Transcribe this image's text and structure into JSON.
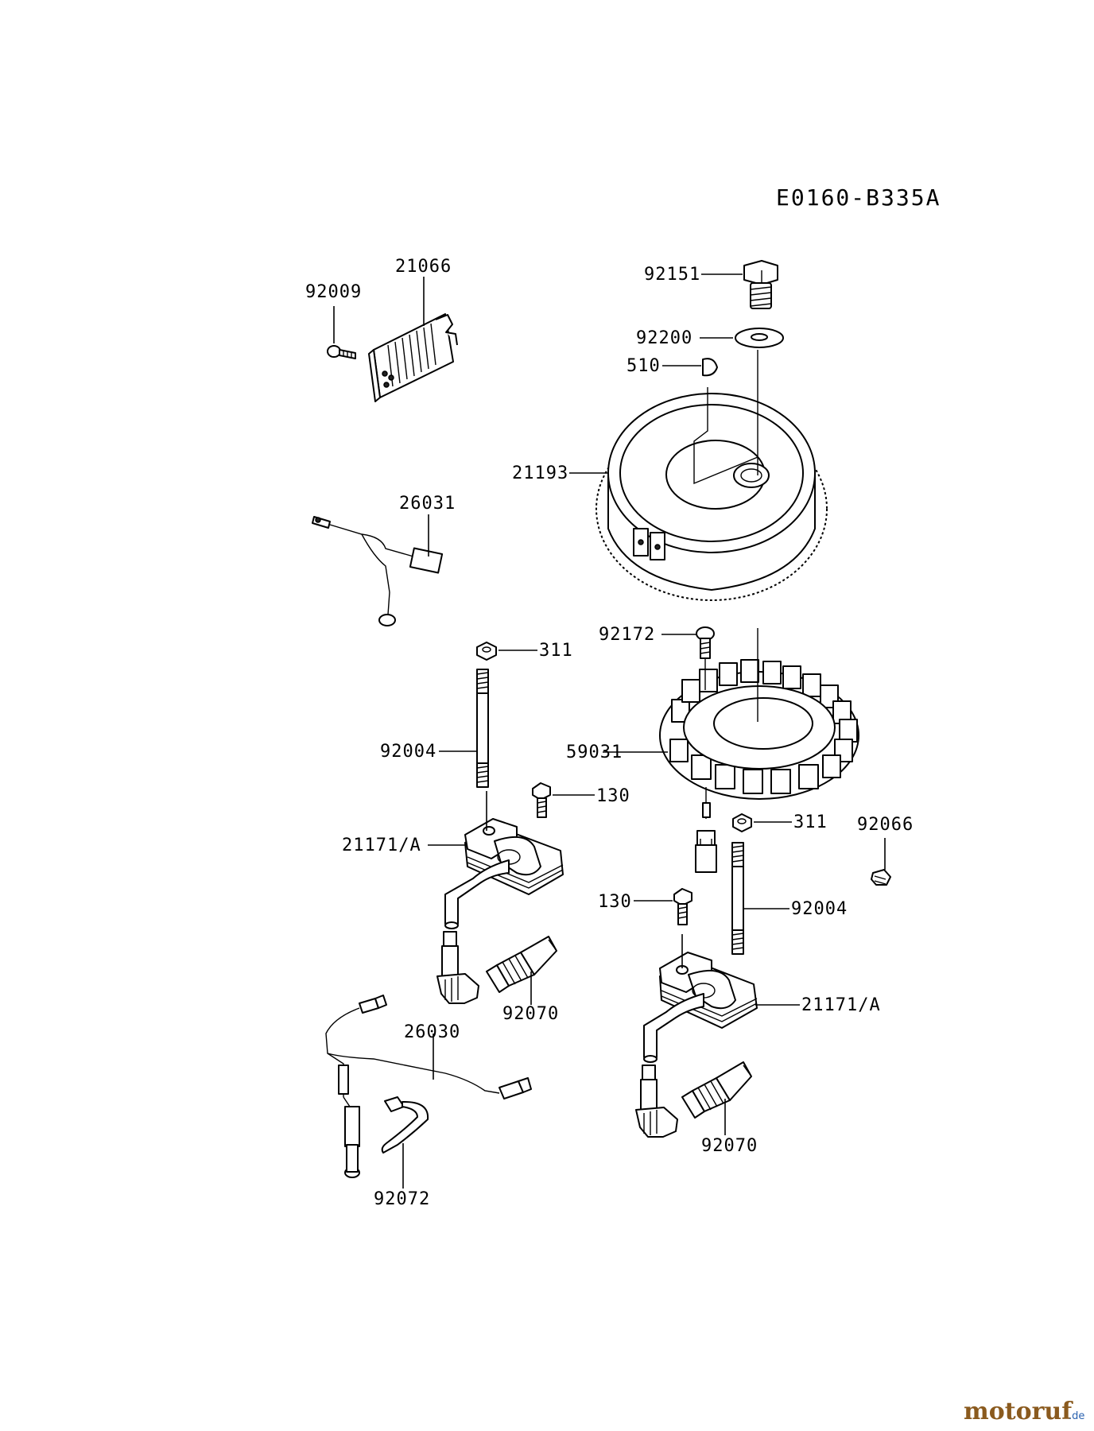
{
  "ref_code": "E0160-B335A",
  "labels": {
    "l21066": "21066",
    "l92009": "92009",
    "l92151": "92151",
    "l92200": "92200",
    "l510": "510",
    "l21193": "21193",
    "l26031": "26031",
    "l92172": "92172",
    "l311a": "311",
    "l59031": "59031",
    "l92004a": "92004",
    "l130a": "130",
    "l21171a": "21171/A",
    "l311b": "311",
    "l92066": "92066",
    "l130b": "130",
    "l92004b": "92004",
    "l21171b": "21171/A",
    "l92070a": "92070",
    "l26030": "26030",
    "l92070b": "92070",
    "l92072": "92072"
  },
  "watermark": {
    "main": "motoruf",
    "sub": ".de"
  },
  "colors": {
    "watermark_brown": "#8a5a1e",
    "watermark_blue": "#2a62b0"
  }
}
